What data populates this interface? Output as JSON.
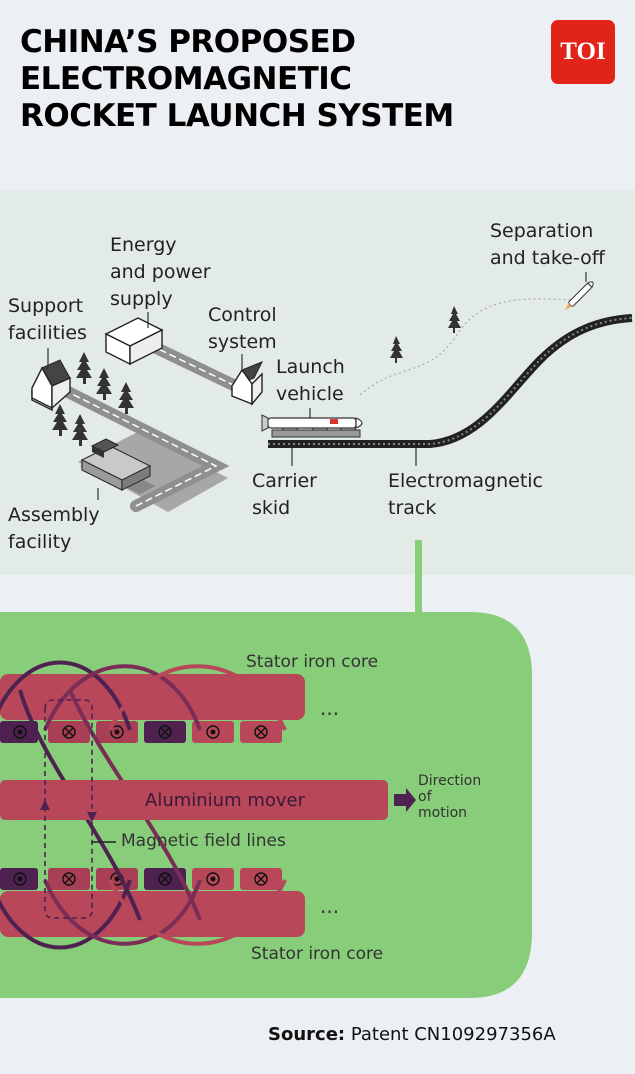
{
  "title_lines": [
    "CHINA’S PROPOSED",
    "ELECTROMAGNETIC",
    "ROCKET LAUNCH SYSTEM"
  ],
  "logo": "TOI",
  "colors": {
    "background": "#eceff3",
    "top_panel": "#e2ebe6",
    "green_panel": "#88cd79",
    "stator": "#b8475a",
    "coil_dark": "#4e2150",
    "logo_red": "#e2231a"
  },
  "overview_labels": {
    "energy": [
      "Energy",
      "and power",
      "supply"
    ],
    "support": [
      "Support",
      "facilities"
    ],
    "control": [
      "Control",
      "system"
    ],
    "launch_vehicle": [
      "Launch",
      "vehicle"
    ],
    "separation": [
      "Separation",
      "and take-off"
    ],
    "carrier": [
      "Carrier",
      "skid"
    ],
    "track": [
      "Electromagnetic",
      "track"
    ],
    "assembly": [
      "Assembly",
      "facility"
    ]
  },
  "motor_labels": {
    "stator_top": "Stator iron core",
    "stator_bottom": "Stator iron core",
    "mover": "Aluminium mover",
    "direction": [
      "Direction",
      "of",
      "motion"
    ],
    "field_lines": "Magnetic field lines",
    "ellipsis_top": "...",
    "ellipsis_bottom": "..."
  },
  "icons": {
    "dot_symbol": "current-out-of-page-icon",
    "cross_symbol": "current-into-page-icon",
    "arrow": "arrow-right-icon"
  },
  "source": {
    "prefix": "Source:",
    "text": "Patent CN109297356A"
  }
}
